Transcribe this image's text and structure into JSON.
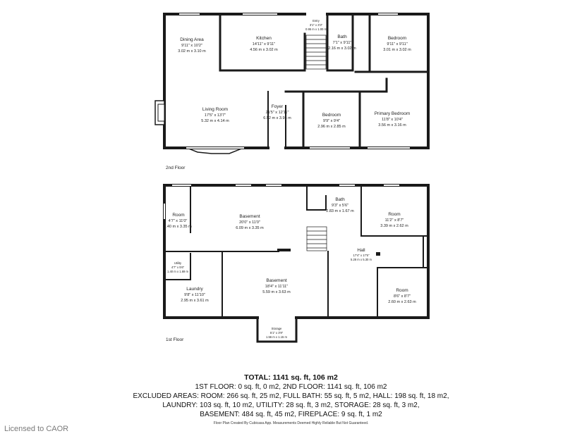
{
  "floor_2nd": {
    "label": "2nd Floor",
    "rooms": {
      "dining": {
        "name": "Dining Area",
        "imperial": "9'11\" x 10'2\"",
        "metric": "3.02 m x 3.10 m"
      },
      "kitchen": {
        "name": "Kitchen",
        "imperial": "14'11\" x 9'11\"",
        "metric": "4.56 m x 3.02 m"
      },
      "entry": {
        "name": "Entry",
        "imperial": "3'1\" x 3'3\"",
        "metric": "0.95 m x 1.00 m"
      },
      "bath": {
        "name": "Bath",
        "imperial": "7'1\" x 9'11\"",
        "metric": "2.16 m x 3.02 m"
      },
      "bedroom1": {
        "name": "Bedroom",
        "imperial": "9'11\" x 9'11\"",
        "metric": "3.01 m x 3.02 m"
      },
      "living": {
        "name": "Living Room",
        "imperial": "17'5\" x 13'7\"",
        "metric": "5.32 m x 4.14 m"
      },
      "foyer": {
        "name": "Foyer",
        "imperial": "21'5\" x 12'11\"",
        "metric": "6.52 m x 3.95 m"
      },
      "bedroom2": {
        "name": "Bedroom",
        "imperial": "9'9\" x 9'4\"",
        "metric": "2.96 m x 2.85 m"
      },
      "primary": {
        "name": "Primary Bedroom",
        "imperial": "11'8\" x 10'4\"",
        "metric": "3.56 m x 3.16 m"
      }
    }
  },
  "floor_1st": {
    "label": "1st Floor",
    "rooms": {
      "room_left": {
        "name": "Room",
        "imperial": "4'7\" x 11'0\"",
        "metric": "1.40 m x 3.35 m"
      },
      "basement_top": {
        "name": "Basement",
        "imperial": "20'0\" x 11'0\"",
        "metric": "6.09 m x 3.35 m"
      },
      "bath": {
        "name": "Bath",
        "imperial": "9'3\" x 5'6\"",
        "metric": "2.83 m x 1.67 m"
      },
      "room_right": {
        "name": "Room",
        "imperial": "11'2\" x 8'7\"",
        "metric": "3.39 m x 2.62 m"
      },
      "hall": {
        "name": "Hall",
        "imperial": "17'4\" x 17'5\"",
        "metric": "5.28 m x 5.30 m"
      },
      "utility": {
        "name": "Utility",
        "imperial": "4'7\" x 5'6\"",
        "metric": "1.40 m x 1.69 m"
      },
      "laundry": {
        "name": "Laundry",
        "imperial": "9'8\" x 11'10\"",
        "metric": "2.95 m x 3.61 m"
      },
      "basement_mid": {
        "name": "Basement",
        "imperial": "18'4\" x 11'11\"",
        "metric": "5.59 m x 3.63 m"
      },
      "room_br": {
        "name": "Room",
        "imperial": "8'6\" x 8'7\"",
        "metric": "2.60 m x 2.63 m"
      },
      "storage": {
        "name": "Storage",
        "imperial": "5'1\" x 3'9\"",
        "metric": "1.56 m x 1.15 m"
      }
    }
  },
  "summary": {
    "total": "TOTAL: 1141 sq. ft, 106 m2",
    "line1": "1ST FLOOR: 0 sq. ft, 0 m2, 2ND FLOOR: 1141 sq. ft, 106 m2",
    "line2": "EXCLUDED AREAS: ROOM: 266 sq. ft, 25 m2, FULL BATH: 55 sq. ft, 5 m2, HALL: 198 sq. ft, 18 m2,",
    "line3": "LAUNDRY: 103 sq. ft, 10 m2, UTILITY: 28 sq. ft, 3 m2, STORAGE: 28 sq. ft, 3 m2,",
    "line4": "BASEMENT: 484 sq. ft, 45 m2, FIREPLACE: 9 sq. ft, 1 m2",
    "disclaimer": "Floor Plan Created By Cubicasa App. Measurements Deemed Highly Reliable But Not Guaranteed."
  },
  "watermark": "Licensed to CAOR"
}
